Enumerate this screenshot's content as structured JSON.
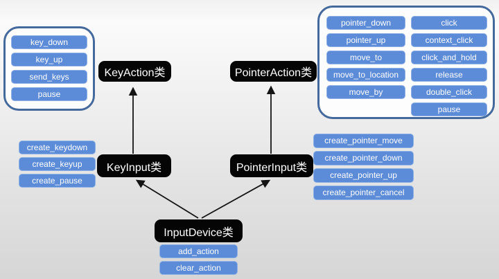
{
  "classes": {
    "key_action": "KeyAction类",
    "pointer_action": "PointerAction类",
    "key_input": "KeyInput类",
    "pointer_input": "PointerInput类",
    "input_device": "InputDevice类"
  },
  "methods": {
    "key_action": [
      "key_down",
      "key_up",
      "send_keys",
      "pause"
    ],
    "pointer_action_col1": [
      "pointer_down",
      "pointer_up",
      "move_to",
      "move_to_location",
      "move_by"
    ],
    "pointer_action_col2": [
      "click",
      "context_click",
      "click_and_hold",
      "release",
      "double_click",
      "pause"
    ],
    "key_input": [
      "create_keydown",
      "create_keyup",
      "create_pause"
    ],
    "pointer_input": [
      "create_pointer_move",
      "create_pointer_down",
      "create_pointer_up",
      "create_pointer_cancel"
    ],
    "input_device": [
      "add_action",
      "clear_action"
    ]
  },
  "colors": {
    "method_fill": "#5c8bd8",
    "method_border": "#8fb0e4",
    "method_text": "#ffffff",
    "container_border": "#44699d",
    "container_fill": "#fdfdfd",
    "class_fill": "#050505",
    "class_text": "#ffffff",
    "arrow": "#141414",
    "background_top": "#f6f6f6",
    "background_bottom": "#d6d6d6"
  }
}
